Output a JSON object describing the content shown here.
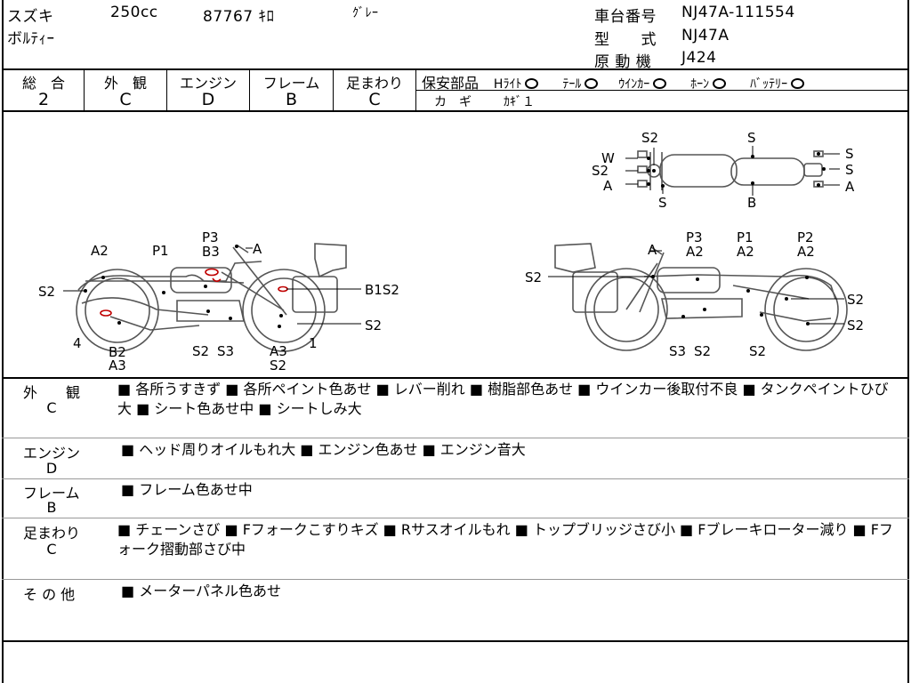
{
  "header": {
    "maker": "スズキ",
    "displacement": "250cc",
    "mileage": "87767 ｷﾛ",
    "color": "ｸﾞﾚｰ",
    "model_name": "ボﾙﾃｨｰ",
    "frame_no_label": "車台番号",
    "frame_no": "NJ47A-111554",
    "model_label": "型　　式",
    "model_code": "NJ47A",
    "engine_label": "原 動 機",
    "engine_code": "J424"
  },
  "grades": [
    {
      "label": "総　合",
      "value": "2"
    },
    {
      "label": "外　観",
      "value": "C"
    },
    {
      "label": "エンジン",
      "value": "D"
    },
    {
      "label": "フレーム",
      "value": "B"
    },
    {
      "label": "足まわり",
      "value": "C"
    }
  ],
  "safety_parts": {
    "label": "保安部品",
    "headlight": "Hﾗｲﾄ",
    "taillight": "ﾃｰﾙ",
    "winker": "ｳｲﾝｶｰ",
    "horn": "ﾎｰﾝ",
    "battery": "ﾊﾞｯﾃﾘｰ",
    "key_label": "カ　ギ",
    "key_value": "ｶｷﾞ１"
  },
  "diagram_labels": {
    "top": [
      "W",
      "S2",
      "S2",
      "A",
      "S",
      "S",
      "S",
      "S",
      "B",
      "S",
      "S",
      "A"
    ],
    "left": [
      "A2",
      "P1",
      "P3",
      "B3",
      "A",
      "S2",
      "B1S2",
      "S2",
      "4",
      "B2",
      "A3",
      "S2",
      "S3",
      "A3",
      "S2",
      "1"
    ],
    "right": [
      "A",
      "P3",
      "A2",
      "P1",
      "A2",
      "P2",
      "A2",
      "S2",
      "S2",
      "S2",
      "S3",
      "S2",
      "S2"
    ]
  },
  "sections": [
    {
      "label": "外　　観",
      "grade": "C",
      "text": "■ 各所うすきず ■ 各所ペイント色あせ ■ レバー削れ ■ 樹脂部色あせ ■ ウインカー後取付不良 ■ タンクペイントひび大 ■ シート色あせ中 ■ シートしみ大"
    },
    {
      "label": "エンジン",
      "grade": "D",
      "text": "■ ヘッド周りオイルもれ大 ■ エンジン色あせ ■ エンジン音大"
    },
    {
      "label": "フレーム",
      "grade": "B",
      "text": "■ フレーム色あせ中"
    },
    {
      "label": "足まわり",
      "grade": "C",
      "text": "■ チェーンさび ■ Fフォークこすりキズ ■ Rサスオイルもれ ■ トップブリッジさび小 ■ Fブレーキローター減り ■ Fフォーク摺動部さび中"
    },
    {
      "label": "そ の 他",
      "grade": "",
      "text": "■ メーターパネル色あせ"
    }
  ]
}
